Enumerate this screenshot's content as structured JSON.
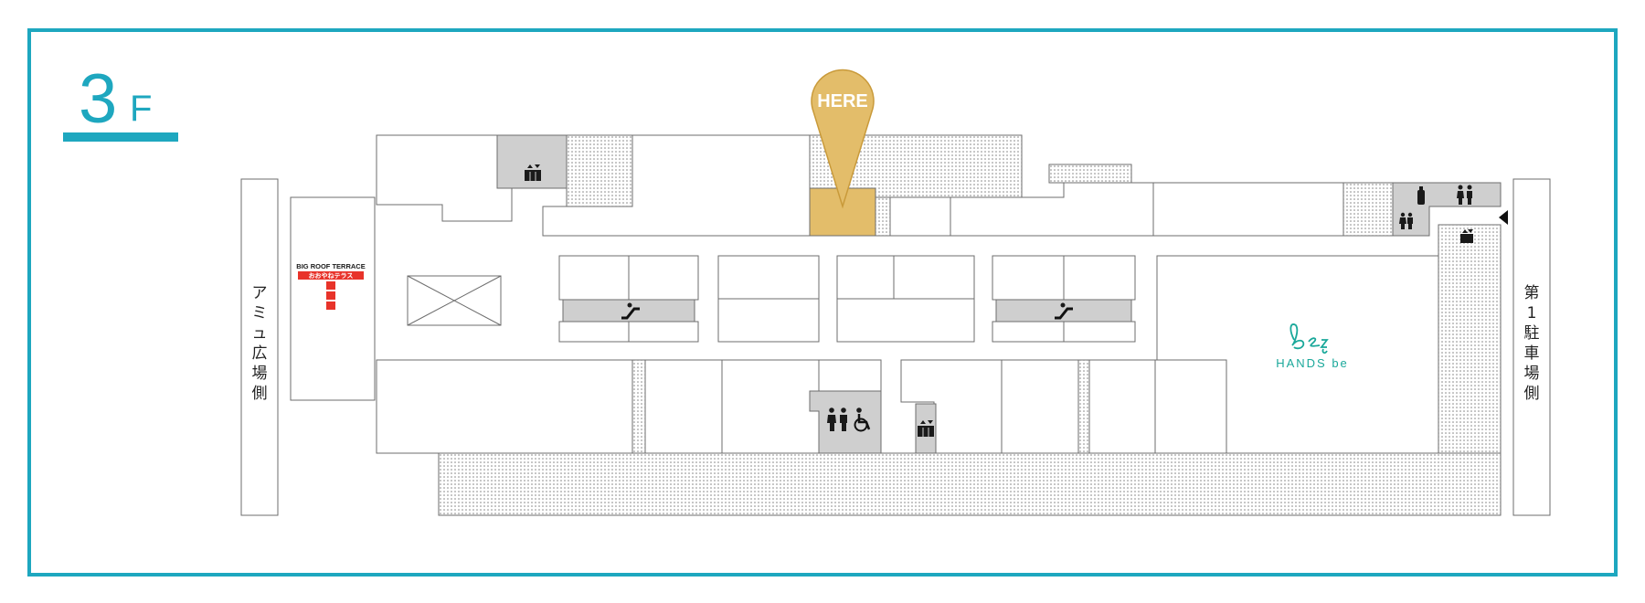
{
  "floor": {
    "number": "3",
    "unit": "F"
  },
  "here_marker": {
    "label": "HERE"
  },
  "side_labels": {
    "left": [
      "ア",
      "ミ",
      "ュ",
      "広",
      "場",
      "側"
    ],
    "right": [
      "第",
      "1",
      "駐",
      "車",
      "場",
      "側"
    ]
  },
  "big_roof_terrace": {
    "title": "BIG ROOF TERRACE",
    "subtitle": "おおやねテラス"
  },
  "hands_be": {
    "label": "HANDS be"
  },
  "colors": {
    "frame": "#1ea7bf",
    "here_gold": "#e3bd6a",
    "terrace_red": "#e8332a",
    "brand_teal": "#1aa89a",
    "facility_gray": "#cfcfcf"
  },
  "icons": [
    "elevator-icon",
    "escalator-icon",
    "restroom-icon",
    "wheelchair-icon",
    "baby-room-icon",
    "arrow-left-icon"
  ]
}
